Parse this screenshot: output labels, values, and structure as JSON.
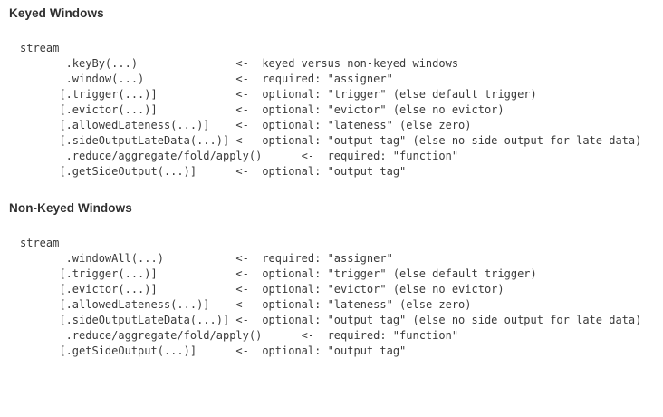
{
  "document": {
    "sections": [
      {
        "id": "keyed",
        "heading": "Keyed Windows",
        "code": "stream\n       .keyBy(...)               <-  keyed versus non-keyed windows\n       .window(...)              <-  required: \"assigner\"\n      [.trigger(...)]            <-  optional: \"trigger\" (else default trigger)\n      [.evictor(...)]            <-  optional: \"evictor\" (else no evictor)\n      [.allowedLateness(...)]    <-  optional: \"lateness\" (else zero)\n      [.sideOutputLateData(...)] <-  optional: \"output tag\" (else no side output for late data)\n       .reduce/aggregate/fold/apply()      <-  required: \"function\"\n      [.getSideOutput(...)]      <-  optional: \"output tag\""
      },
      {
        "id": "nonkeyed",
        "heading": "Non-Keyed Windows",
        "code": "stream\n       .windowAll(...)           <-  required: \"assigner\"\n      [.trigger(...)]            <-  optional: \"trigger\" (else default trigger)\n      [.evictor(...)]            <-  optional: \"evictor\" (else no evictor)\n      [.allowedLateness(...)]    <-  optional: \"lateness\" (else zero)\n      [.sideOutputLateData(...)] <-  optional: \"output tag\" (else no side output for late data)\n       .reduce/aggregate/fold/apply()      <-  required: \"function\"\n      [.getSideOutput(...)]      <-  optional: \"output tag\""
      }
    ]
  }
}
